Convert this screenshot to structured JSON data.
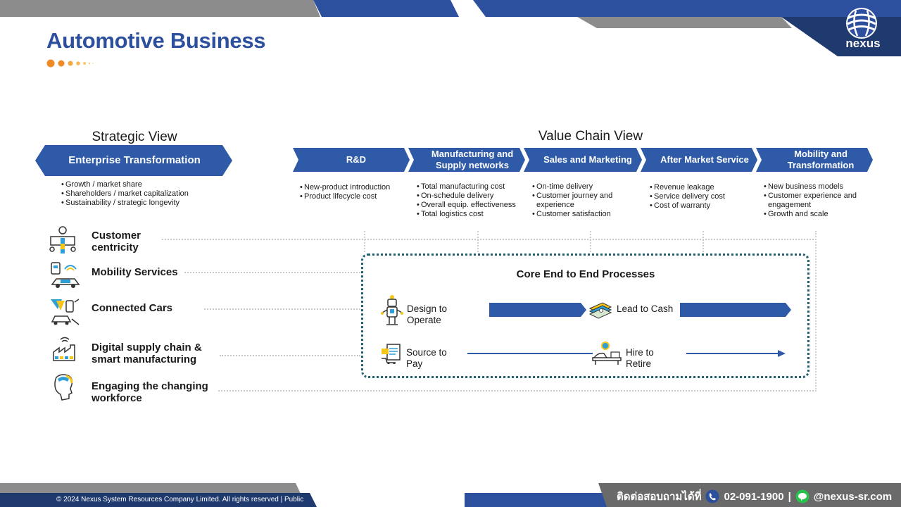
{
  "header": {
    "title": "Automotive Business",
    "logo_text": "nexus"
  },
  "strategic": {
    "heading": "Strategic View",
    "banner": "Enterprise Transformation",
    "bullets": [
      "Growth / market share",
      "Shareholders / market capitalization",
      "Sustainability / strategic longevity"
    ]
  },
  "value_chain": {
    "heading": "Value Chain View",
    "stages": [
      {
        "label_lines": [
          "R&D"
        ],
        "bullets": [
          "New-product introduction",
          "Product lifecycle cost"
        ]
      },
      {
        "label_lines": [
          "Manufacturing and",
          "Supply networks"
        ],
        "bullets": [
          "Total manufacturing cost",
          "On-schedule delivery",
          "Overall equip. effectiveness",
          "Total logistics cost"
        ]
      },
      {
        "label_lines": [
          "Sales and Marketing"
        ],
        "bullets": [
          "On-time delivery",
          "Customer journey and experience",
          "Customer satisfaction"
        ]
      },
      {
        "label_lines": [
          "After Market Service"
        ],
        "bullets": [
          "Revenue leakage",
          "Service delivery cost",
          "Cost of warranty"
        ]
      },
      {
        "label_lines": [
          "Mobility and",
          "Transformation"
        ],
        "bullets": [
          "New business models",
          "Customer experience and engagement",
          "Growth and scale"
        ]
      }
    ]
  },
  "themes": [
    {
      "lines": [
        "Customer",
        "centricity"
      ],
      "icon": "customer-centricity-icon"
    },
    {
      "lines": [
        "Mobility Services"
      ],
      "icon": "mobility-services-icon"
    },
    {
      "lines": [
        "Connected Cars"
      ],
      "icon": "connected-cars-icon"
    },
    {
      "lines": [
        "Digital supply chain &",
        "smart manufacturing"
      ],
      "icon": "smart-manufacturing-icon"
    },
    {
      "lines": [
        "Engaging the changing",
        "workforce"
      ],
      "icon": "workforce-icon"
    }
  ],
  "core": {
    "title": "Core End to End Processes",
    "processes": [
      {
        "lines": [
          "Design to",
          "Operate"
        ],
        "icon": "robot-icon"
      },
      {
        "lines": [
          "Lead to Cash"
        ],
        "icon": "cash-stack-icon"
      },
      {
        "lines": [
          "Source to",
          "Pay"
        ],
        "icon": "purchase-order-icon"
      },
      {
        "lines": [
          "Hire to",
          "Retire"
        ],
        "icon": "hiring-icon"
      }
    ]
  },
  "footer": {
    "copyright": "© 2024 Nexus System Resources Company Limited. All rights reserved | Public",
    "contact_prefix": "ติดต่อสอบถามได้ที่",
    "phone": "02-091-1900",
    "separator": "|",
    "line_id": "@nexus-sr.com"
  },
  "colors": {
    "brand_blue": "#2c4f9e",
    "chevron_blue": "#2f5aa8",
    "dark_navy": "#1f3a6e",
    "orange": "#f08a24",
    "teal_dots": "#1f5f6f"
  }
}
